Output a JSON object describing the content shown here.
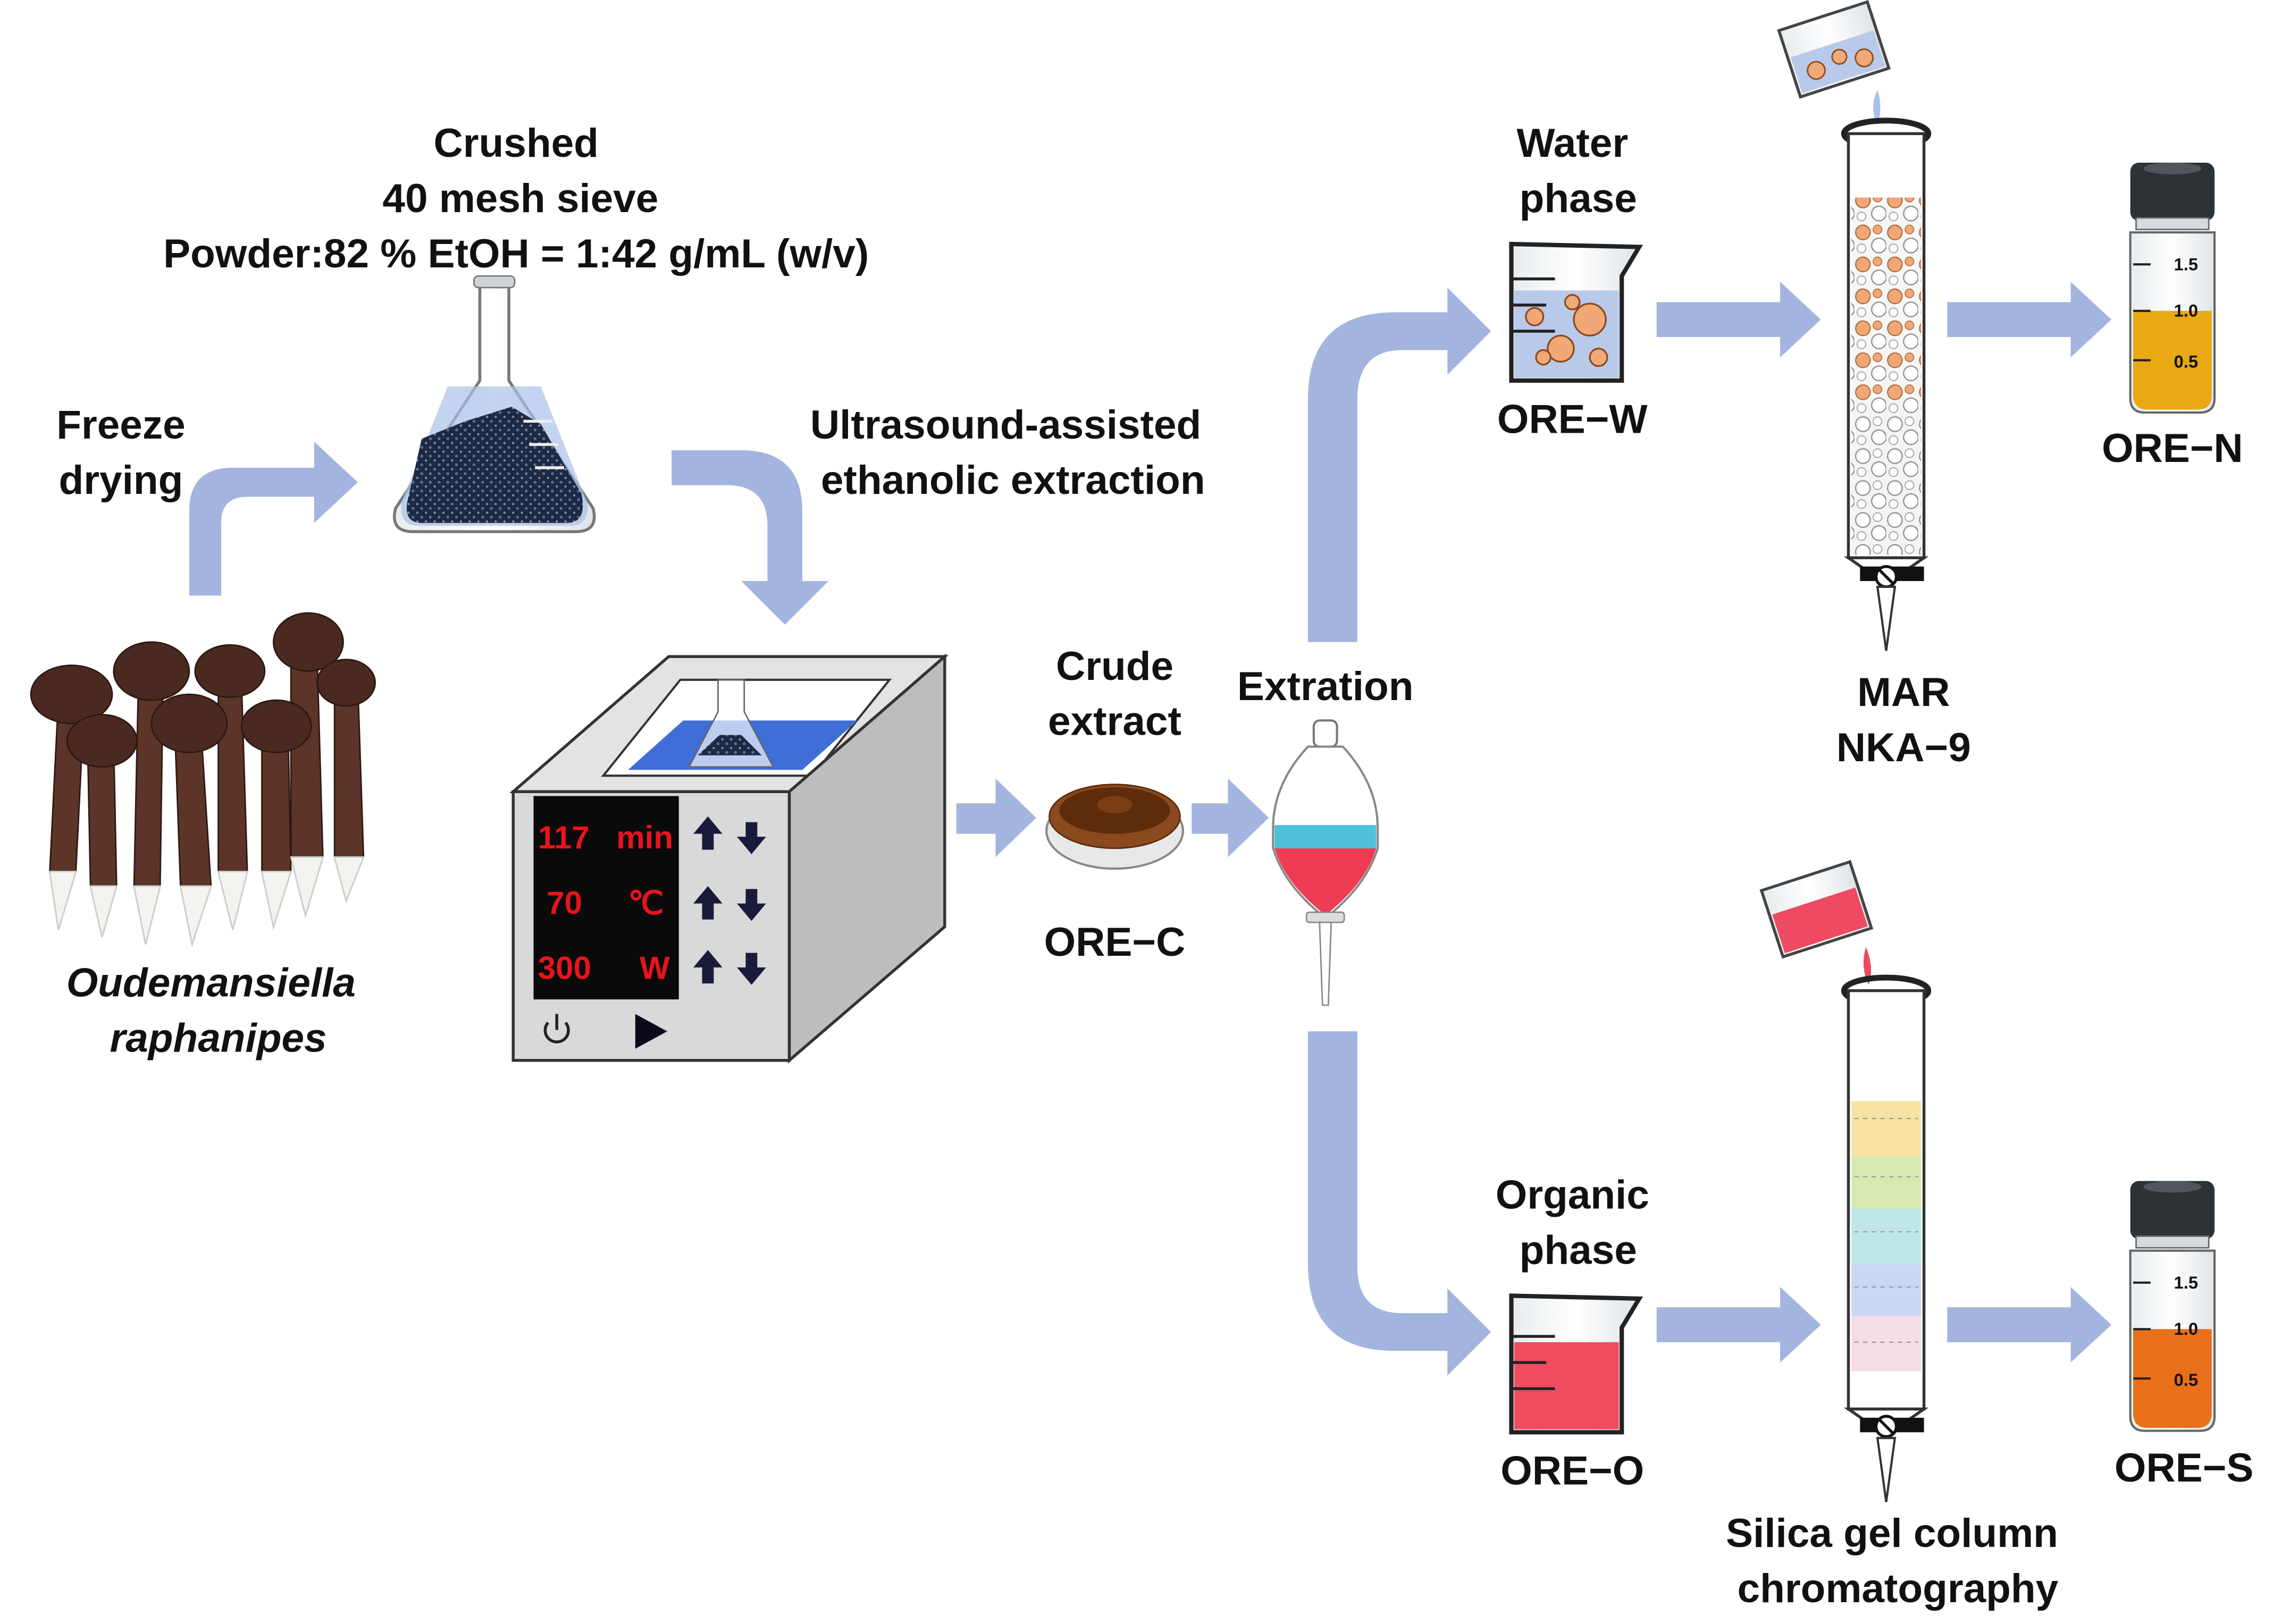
{
  "labels": {
    "crushed": "Crushed",
    "sieve": "40 mesh sieve",
    "ratio": "Powder:82 % EtOH = 1:42 g/mL (w/v)",
    "freeze_1": "Freeze",
    "freeze_2": "drying",
    "ultrasound_1": "Ultrasound-assisted",
    "ultrasound_2": "ethanolic extraction",
    "species_1": "Oudemansiella",
    "species_2": "raphanipes",
    "crude_1": "Crude",
    "crude_2": "extract",
    "ore_c": "ORE−C",
    "extration": "Extration",
    "water_1": "Water",
    "water_2": "phase",
    "ore_w": "ORE−W",
    "mar_1": "MAR",
    "mar_2": "NKA−9",
    "ore_n": "ORE−N",
    "organic_1": "Organic",
    "organic_2": "phase",
    "ore_o": "ORE−O",
    "silica_1": "Silica gel column",
    "silica_2": "chromatography",
    "ore_s": "ORE−S"
  },
  "device": {
    "time_value": "117",
    "time_unit": "min",
    "temp_value": "70",
    "temp_unit": "℃",
    "power_value": "300",
    "power_unit": "W"
  },
  "vial_ticks": [
    "1.5",
    "1.0",
    "0.5"
  ],
  "colors": {
    "arrow": "#a3b4df",
    "display_text": "#e8141c",
    "water_liquid": "#b9c9ea",
    "organic_liquid": "#f04c61",
    "vial_n": "#e8a913",
    "vial_s": "#e9701a"
  },
  "icons": {
    "power": "power-icon",
    "play": "play-icon",
    "up": "arrow-up-icon",
    "down": "arrow-down-icon"
  }
}
